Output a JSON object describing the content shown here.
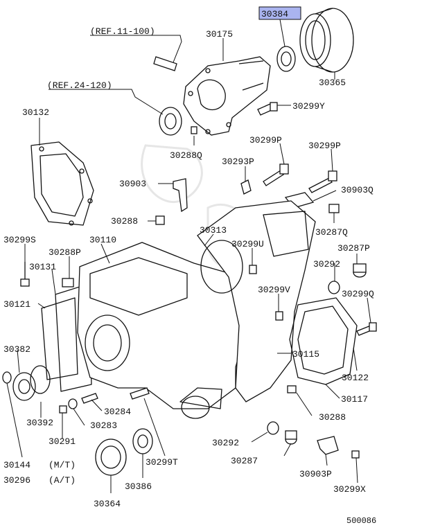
{
  "diagram": {
    "highlight_color": "#aab4f0",
    "refs": [
      "(REF.11-100)",
      "(REF.24-120)"
    ],
    "labels": {
      "p30384": "30384",
      "p30175": "30175",
      "p30365": "30365",
      "p30299Y": "30299Y",
      "p30132": "30132",
      "p30288Q": "30288Q",
      "p30299P_a": "30299P",
      "p30299P_b": "30299P",
      "p30293P": "30293P",
      "p30903": "30903",
      "p30903Q": "30903Q",
      "p30288_a": "30288",
      "p30313": "30313",
      "p30287Q": "30287Q",
      "p30299S": "30299S",
      "p30110": "30110",
      "p30299U": "30299U",
      "p30287P": "30287P",
      "p30288P": "30288P",
      "p30131": "30131",
      "p30292_a": "30292",
      "p30121": "30121",
      "p30299V": "30299V",
      "p30299Q": "30299Q",
      "p30115": "30115",
      "p30382": "30382",
      "p30122": "30122",
      "p30117": "30117",
      "p30284": "30284",
      "p30392": "30392",
      "p30283": "30283",
      "p30288_b": "30288",
      "p30291": "30291",
      "p30292_b": "30292",
      "p30144": "30144",
      "p30144_note": "(M/T)",
      "p30299T": "30299T",
      "p30287": "30287",
      "p30296": "30296",
      "p30296_note": "(A/T)",
      "p30386": "30386",
      "p30903P": "30903P",
      "p30299X": "30299X",
      "p30364": "30364"
    },
    "figure_number": "500086"
  }
}
